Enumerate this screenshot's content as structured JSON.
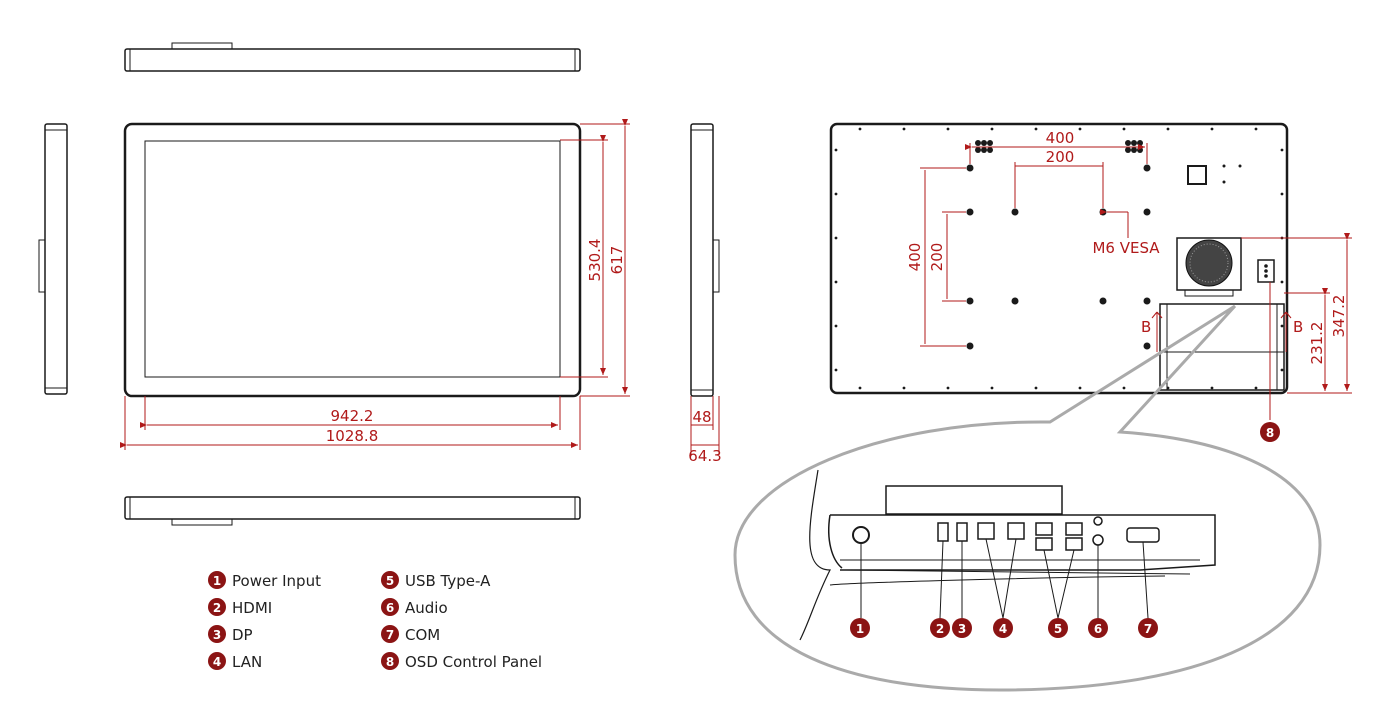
{
  "colors": {
    "dimension": "#b01a1a",
    "marker": "#8b1414",
    "line": "#1a1a1a",
    "callout": "#aaaaaa"
  },
  "front": {
    "width_outer": "1028.8",
    "width_inner": "942.2",
    "height_inner": "530.4",
    "height_outer": "617"
  },
  "side": {
    "depth_a": "48",
    "depth_b": "64.3"
  },
  "rear": {
    "vesa_outer": "400",
    "vesa_inner": "200",
    "vesa_outer_v": "400",
    "vesa_inner_v": "200",
    "vesa_label": "M6 VESA",
    "section_left": "B",
    "section_right": "B",
    "dim_a": "231.2",
    "dim_b": "347.2"
  },
  "markers": [
    "1",
    "2",
    "3",
    "4",
    "5",
    "6",
    "7",
    "8"
  ],
  "legend": [
    {
      "num": "1",
      "label": "Power Input"
    },
    {
      "num": "2",
      "label": "HDMI"
    },
    {
      "num": "3",
      "label": "DP"
    },
    {
      "num": "4",
      "label": "LAN"
    },
    {
      "num": "5",
      "label": "USB Type-A"
    },
    {
      "num": "6",
      "label": "Audio"
    },
    {
      "num": "7",
      "label": "COM"
    },
    {
      "num": "8",
      "label": "OSD Control Panel"
    }
  ]
}
